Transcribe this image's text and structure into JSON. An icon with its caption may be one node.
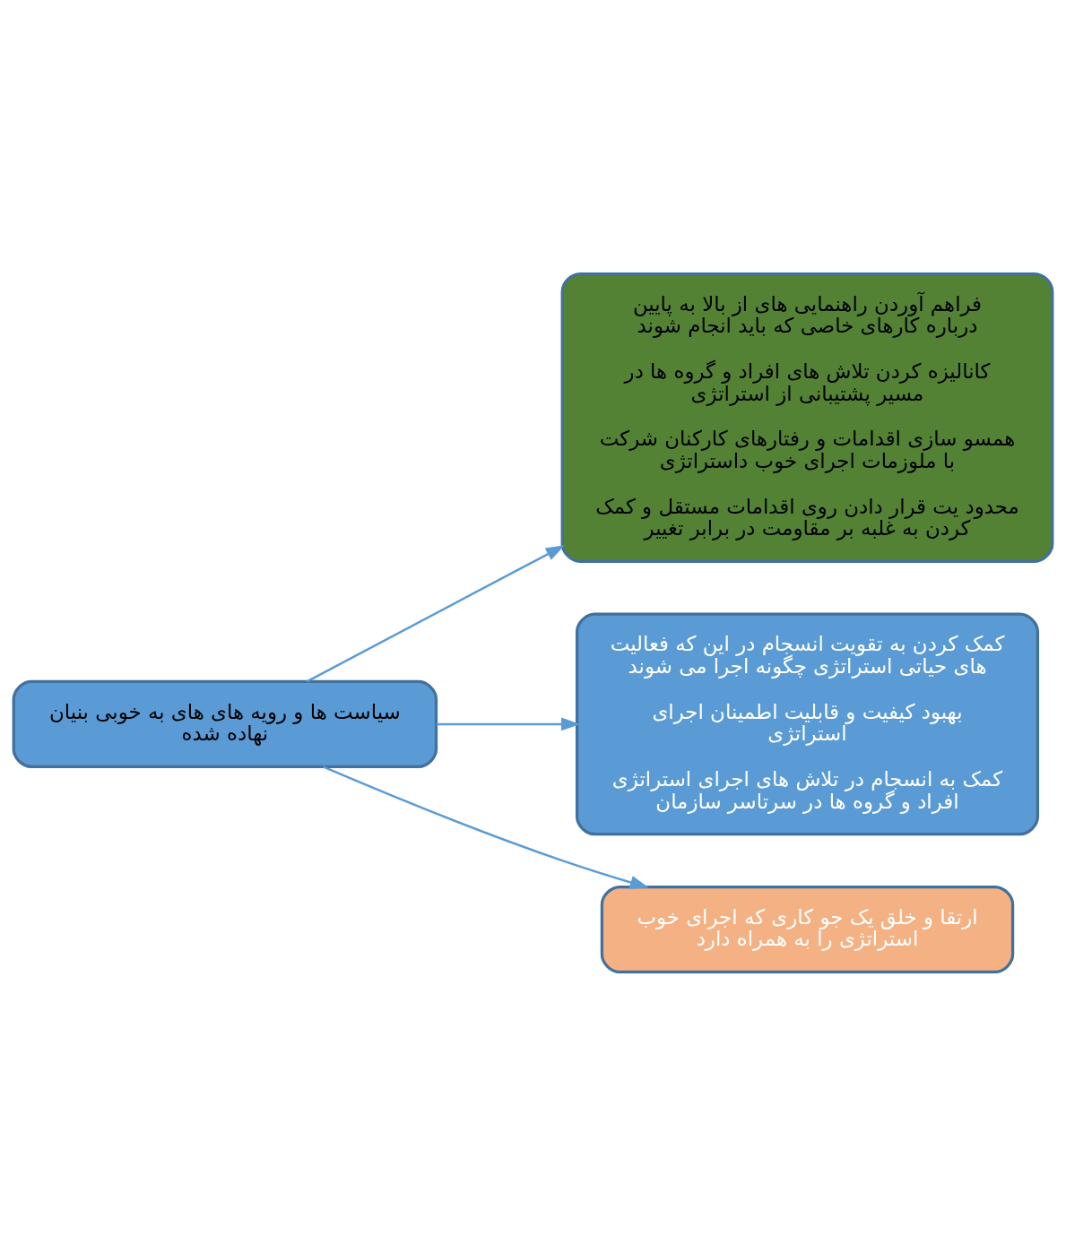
{
  "diagram": {
    "nodes": [
      {
        "text": [
          "سیاست ها و رویه های های به خوبی بنیان نهاده شده"
        ]
      },
      {
        "text": [
          "فراهم آوردن راهنمایی های از بالا به پایین درباره کارهای خاصی که باید انجام شوند",
          "کانالیزه کردن تلاش های افراد و گروه ها در مسیر پشتیبانی از استراتژی",
          "همسو سازی اقدامات و رفتارهای کارکنان شرکت با ملوزمات اجرای خوب داستراتژی",
          "محدود یت قرار دادن روی اقدامات مستقل و کمک کردن به غلبه بر مقاومت در برابر تغییر"
        ]
      },
      {
        "text": [
          "کمک کردن به تقویت انسجام در این که فعالیت های حیاتی استراتژی چگونه اجرا می شوند",
          "بهبود کیفیت و قابلیت اطمینان اجرای استراتژی",
          "کمک به انسجام در تلاش های اجرای استراتژی افراد و گروه ها در سرتاسر سازمان"
        ]
      },
      {
        "text": [
          "ارتقا و خلق یک جو کاری که اجرای خوب استراتژی را به همراه دارد"
        ]
      }
    ],
    "edges": [
      {
        "from": 0,
        "to": 1,
        "arrow": "to"
      },
      {
        "from": 0,
        "to": 2,
        "arrow": "to"
      },
      {
        "from": 0,
        "to": 3,
        "arrow": "to"
      }
    ]
  }
}
